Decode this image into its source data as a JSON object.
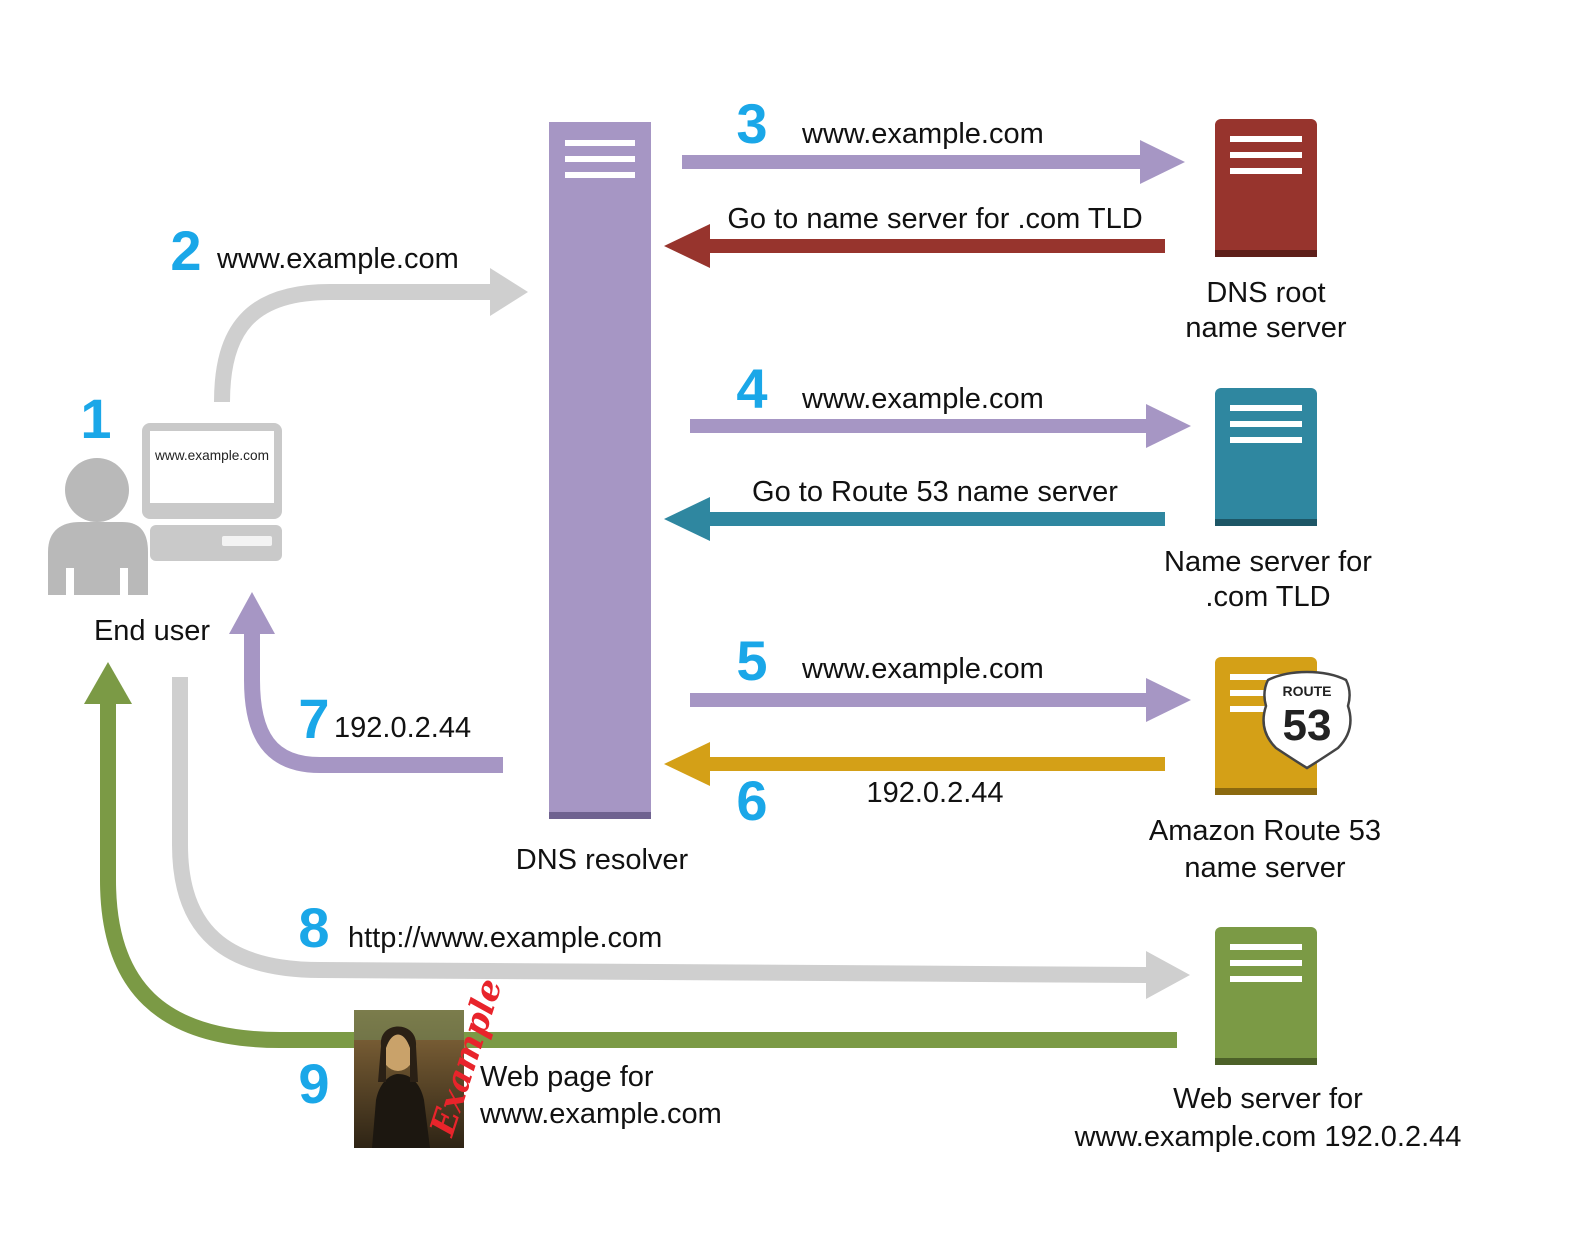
{
  "colors": {
    "resolver": "#a696c4",
    "root": "#97342d",
    "tld": "#2f87a0",
    "route53": "#d4a017",
    "web": "#7b9a45",
    "request_gray": "#cfcfcf",
    "step_blue": "#1aa7e8"
  },
  "nodes": {
    "end_user": {
      "label": "End user",
      "screen_text": "www.example.com",
      "icon": "user-computer-icon"
    },
    "resolver": {
      "label": "DNS resolver",
      "icon": "server-tower-icon"
    },
    "root": {
      "label_line1": "DNS root",
      "label_line2": "name server",
      "icon": "server-icon"
    },
    "tld": {
      "label_line1": "Name server for",
      "label_line2": ".com TLD",
      "icon": "server-icon"
    },
    "route53": {
      "label_line1": "Amazon Route 53",
      "label_line2": "name server",
      "badge_top": "ROUTE",
      "badge_number": "53",
      "icon": "route53-shield-icon"
    },
    "web": {
      "label_line1": "Web server for",
      "label_line2": "www.example.com 192.0.2.44",
      "icon": "server-icon"
    }
  },
  "steps": [
    {
      "number": "1"
    },
    {
      "number": "2",
      "text": "www.example.com"
    },
    {
      "number": "3",
      "text": "www.example.com",
      "reply": "Go to name server for .com TLD"
    },
    {
      "number": "4",
      "text": "www.example.com",
      "reply": "Go to Route 53 name server"
    },
    {
      "number": "5",
      "text": "www.example.com"
    },
    {
      "number": "6",
      "text": "192.0.2.44"
    },
    {
      "number": "7",
      "text": "192.0.2.44"
    },
    {
      "number": "8",
      "text": "http://www.example.com"
    },
    {
      "number": "9",
      "text_line1": "Web page for",
      "text_line2": "www.example.com",
      "poster_text": "Example",
      "icon": "web-page-thumbnail-icon"
    }
  ]
}
